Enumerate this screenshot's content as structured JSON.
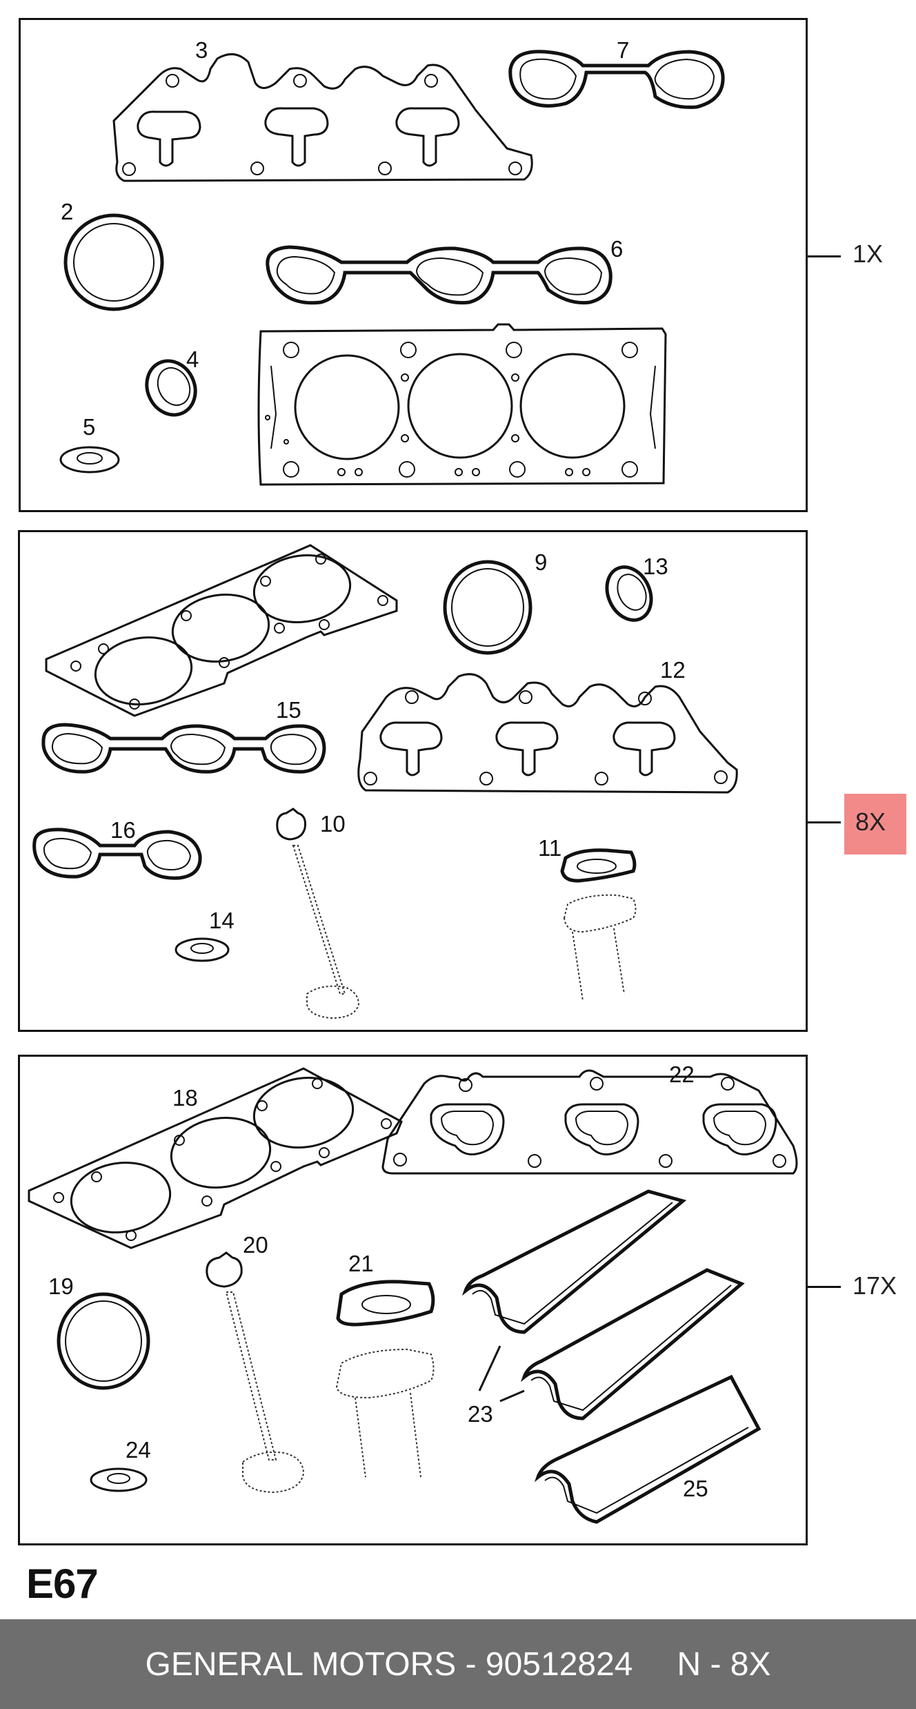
{
  "kits": [
    {
      "label": "1X",
      "highlighted": false
    },
    {
      "label": "8X",
      "highlighted": true,
      "highlight_color": "#f28a8a"
    },
    {
      "label": "17X",
      "highlighted": false
    }
  ],
  "part_numbers": {
    "p2": "2",
    "p3": "3",
    "p4": "4",
    "p5": "5",
    "p6": "6",
    "p7": "7",
    "p9": "9",
    "p10": "10",
    "p11": "11",
    "p12": "12",
    "p13": "13",
    "p14": "14",
    "p15": "15",
    "p16": "16",
    "p18": "18",
    "p19": "19",
    "p20": "20",
    "p21": "21",
    "p22": "22",
    "p23": "23",
    "p24": "24",
    "p25": "25"
  },
  "diagram_code": "E67",
  "footer": {
    "manufacturer": "GENERAL MOTORS - 90512824",
    "quantity": "N - 8X",
    "background": "#6e6e6e"
  }
}
